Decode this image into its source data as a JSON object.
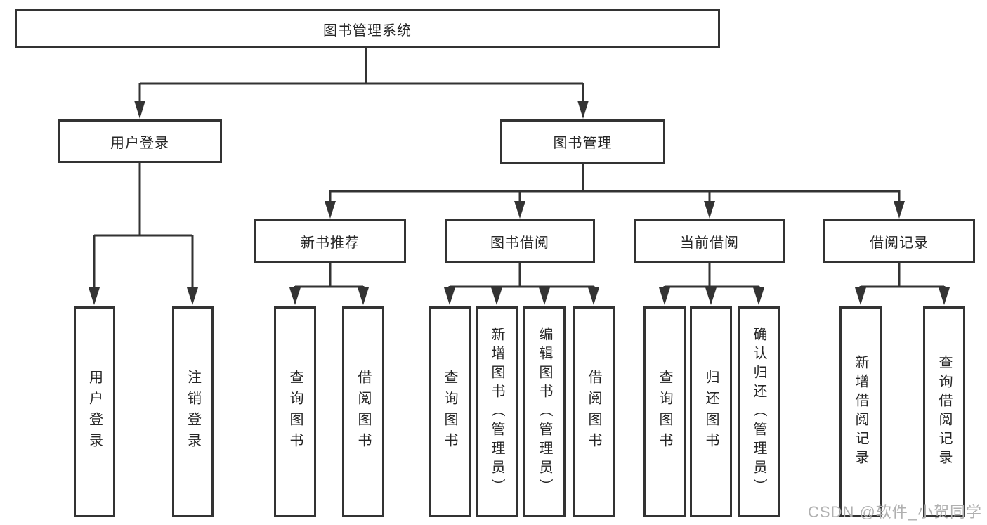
{
  "diagram": {
    "root": {
      "label": "图书管理系统"
    },
    "user_branch": {
      "label": "用户登录",
      "leaves": [
        {
          "label": "用户登录"
        },
        {
          "label": "注销登录"
        }
      ]
    },
    "book_branch": {
      "label": "图书管理",
      "groups": [
        {
          "label": "新书推荐",
          "leaves": [
            {
              "label": "查询图书"
            },
            {
              "label": "借阅图书"
            }
          ]
        },
        {
          "label": "图书借阅",
          "leaves": [
            {
              "label": "查询图书"
            },
            {
              "label": "新增图书（管理员）"
            },
            {
              "label": "编辑图书（管理员）"
            },
            {
              "label": "借阅图书"
            }
          ]
        },
        {
          "label": "当前借阅",
          "leaves": [
            {
              "label": "查询图书"
            },
            {
              "label": "归还图书"
            },
            {
              "label": "确认归还（管理员）"
            }
          ]
        },
        {
          "label": "借阅记录",
          "leaves": [
            {
              "label": "新增借阅记录"
            },
            {
              "label": "查询借阅记录"
            }
          ]
        }
      ]
    }
  },
  "watermark": "CSDN @软件_小贺同学",
  "colors": {
    "line": "#333333",
    "text": "#262626",
    "watermark": "#b0b0b0",
    "background": "#ffffff"
  }
}
